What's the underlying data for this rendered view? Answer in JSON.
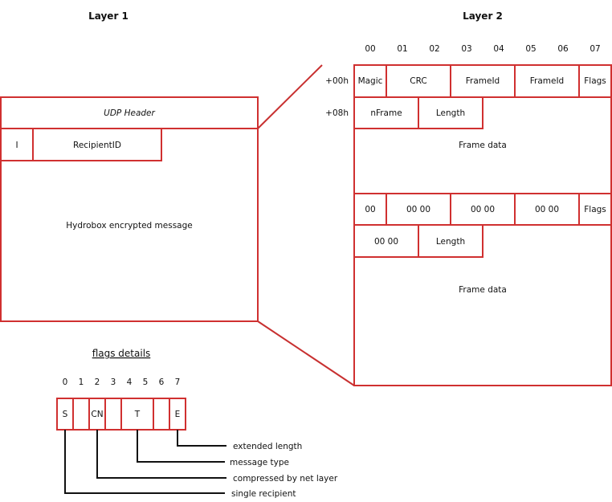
{
  "layer1": {
    "title": "Layer 1",
    "udp_header": "UDP Header",
    "i_field": "I",
    "recipient_id": "RecipientID",
    "message": "Hydrobox encrypted message"
  },
  "layer2": {
    "title": "Layer 2",
    "columns": [
      "00",
      "01",
      "02",
      "03",
      "04",
      "05",
      "06",
      "07"
    ],
    "offsets": [
      "+00h",
      "+08h"
    ],
    "row0": [
      "Magic",
      "CRC",
      "FrameId",
      "FrameId",
      "Flags"
    ],
    "row1": [
      "nFrame",
      "Length"
    ],
    "frame_data_1": "Frame data",
    "row2": [
      "00",
      "00 00",
      "00 00",
      "00 00",
      "Flags"
    ],
    "row3": [
      "00 00",
      "Length"
    ],
    "frame_data_2": "Frame data"
  },
  "flags": {
    "title": "flags details",
    "bit_numbers": [
      "0",
      "1",
      "2",
      "3",
      "4",
      "5",
      "6",
      "7"
    ],
    "cells": [
      "S",
      "",
      "CN",
      "",
      "T",
      "",
      "E"
    ],
    "descriptions": {
      "extended": "extended length",
      "type": "message type",
      "compressed": "compressed by net layer",
      "single": "single recipient"
    }
  }
}
